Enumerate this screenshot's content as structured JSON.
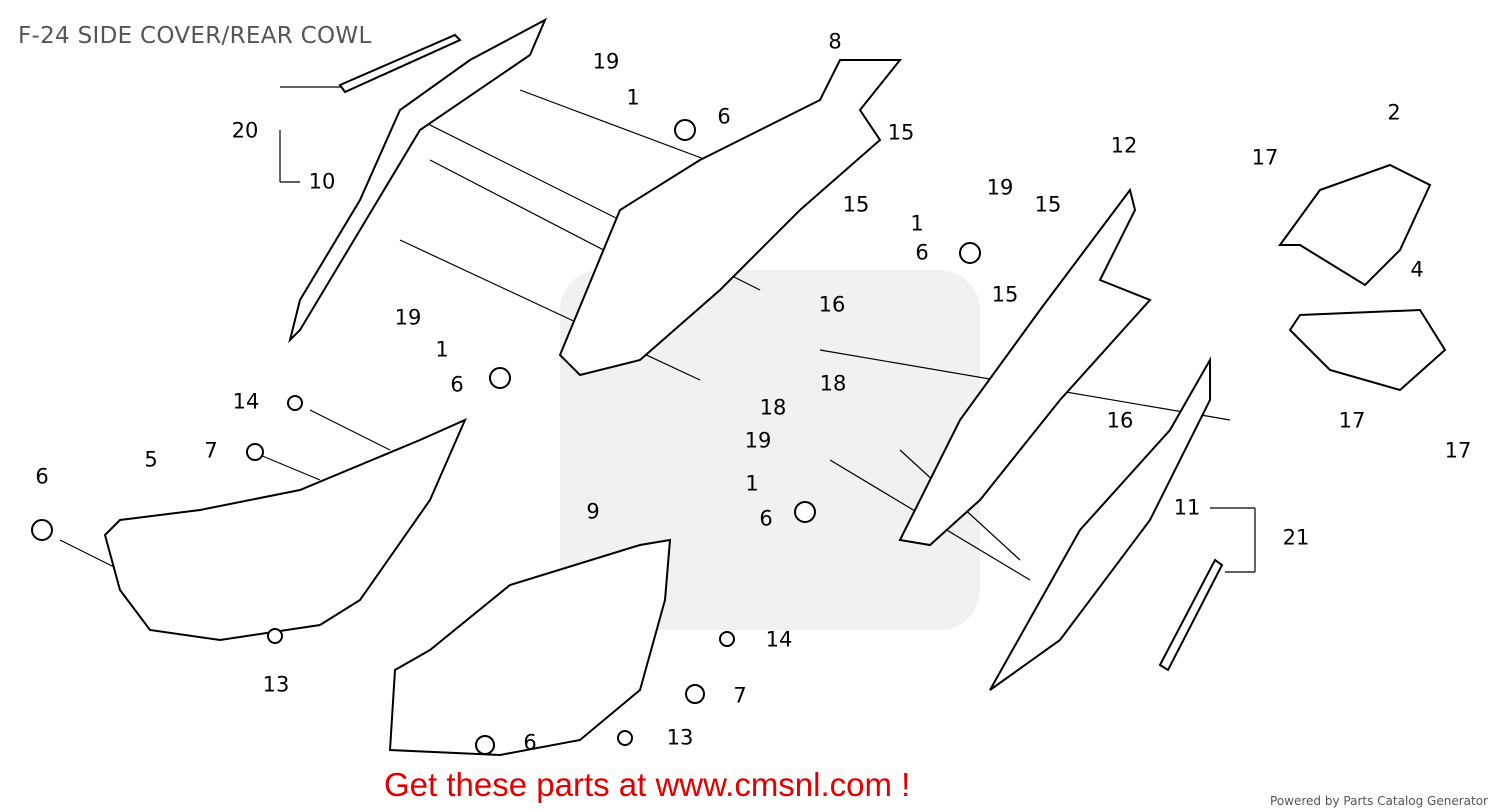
{
  "title": "F-24 SIDE COVER/REAR COWL",
  "callouts": [
    "19",
    "1",
    "6",
    "8",
    "20",
    "10",
    "15",
    "15",
    "19",
    "1",
    "6",
    "12",
    "2",
    "17",
    "15",
    "15",
    "4",
    "16",
    "19",
    "1",
    "6",
    "18",
    "18",
    "14",
    "7",
    "5",
    "6",
    "16",
    "17",
    "17",
    "19",
    "1",
    "6",
    "9",
    "11",
    "21",
    "14",
    "7",
    "13",
    "13",
    "6"
  ],
  "footer_link": "Get these parts at www.cmsnl.com !",
  "powered_by": "Powered by Parts Catalog Generator",
  "colors": {
    "footer_link": "#e00000",
    "title": "#555555",
    "watermark": "#cccccc"
  }
}
